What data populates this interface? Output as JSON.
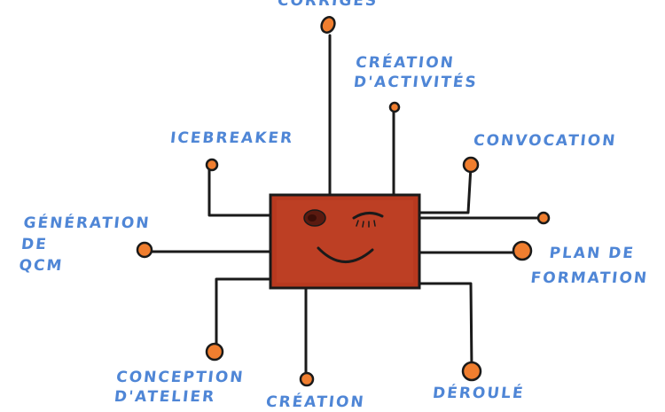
{
  "colors": {
    "chip": "#b8391f",
    "chip_border": "#1a1a1a",
    "wire": "#1a1a1a",
    "node": "#f07e2f",
    "label": "#4f86d6"
  },
  "labels": {
    "corriges": "CORRIGÉS",
    "creation_activites": "CRÉATION\nD'ACTIVITÉS",
    "icebreaker": "ICEBREAKER",
    "convocation": "CONVOCATION",
    "generation_qcm": "GÉNÉRATION\nDE\nQCM",
    "plan_formation": "PLAN DE\nFORMATION",
    "conception_atelier": "CONCEPTION\nD'ATELIER",
    "creation_bottom": "CRÉATION",
    "deroule": "DÉROULÉ"
  }
}
